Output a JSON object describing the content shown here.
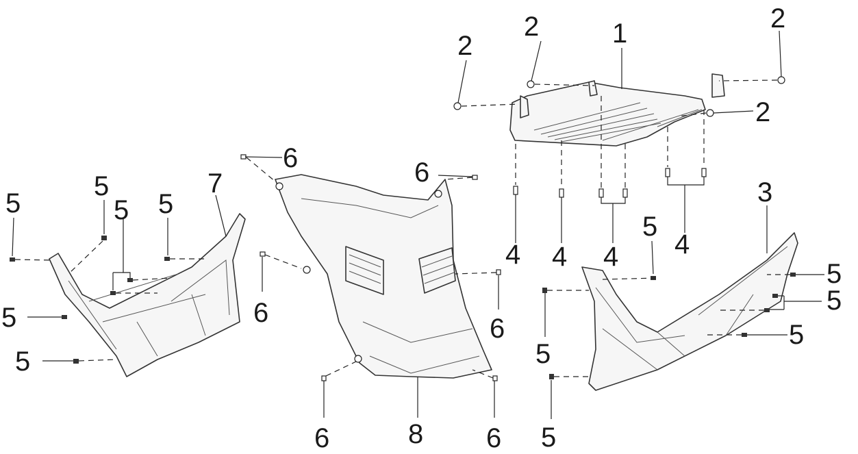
{
  "diagram": {
    "callouts": [
      {
        "id": "c1",
        "label": "1"
      },
      {
        "id": "c2a",
        "label": "2"
      },
      {
        "id": "c2b",
        "label": "2"
      },
      {
        "id": "c2c",
        "label": "2"
      },
      {
        "id": "c2d",
        "label": "2"
      },
      {
        "id": "c3",
        "label": "3"
      },
      {
        "id": "c4a",
        "label": "4"
      },
      {
        "id": "c4b",
        "label": "4"
      },
      {
        "id": "c4c",
        "label": "4"
      },
      {
        "id": "c4d",
        "label": "4"
      },
      {
        "id": "c5a",
        "label": "5"
      },
      {
        "id": "c5b",
        "label": "5"
      },
      {
        "id": "c5c",
        "label": "5"
      },
      {
        "id": "c5d",
        "label": "5"
      },
      {
        "id": "c5e",
        "label": "5"
      },
      {
        "id": "c5f",
        "label": "5"
      },
      {
        "id": "c5g",
        "label": "5"
      },
      {
        "id": "c5h",
        "label": "5"
      },
      {
        "id": "c5i",
        "label": "5"
      },
      {
        "id": "c5j",
        "label": "5"
      },
      {
        "id": "c5k",
        "label": "5"
      },
      {
        "id": "c5l",
        "label": "5"
      },
      {
        "id": "c6a",
        "label": "6"
      },
      {
        "id": "c6b",
        "label": "6"
      },
      {
        "id": "c6c",
        "label": "6"
      },
      {
        "id": "c6d",
        "label": "6"
      },
      {
        "id": "c6e",
        "label": "6"
      },
      {
        "id": "c6f",
        "label": "6"
      },
      {
        "id": "c7",
        "label": "7"
      },
      {
        "id": "c8",
        "label": "8"
      }
    ]
  }
}
